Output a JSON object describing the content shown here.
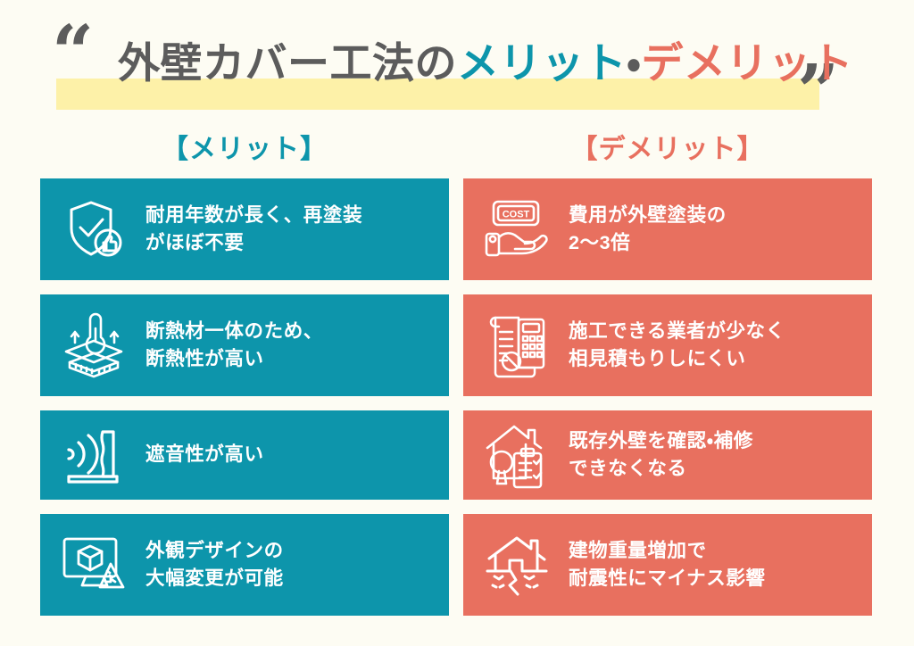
{
  "header": {
    "quote_open": "“",
    "quote_close": "”",
    "title_part_1": "外壁カバー工法の",
    "title_part_2": "メリット",
    "title_separator": "・",
    "title_part_3": "デメリット",
    "highlight_color": "#fdf1a8",
    "title_dark_color": "#5c5c5c",
    "title_teal_color": "#0d95ab",
    "title_coral_color": "#e8705f"
  },
  "colors": {
    "background": "#fdfcf3",
    "teal": "#0d95ab",
    "coral": "#e8705f",
    "yellow": "#fdf1a8",
    "gray": "#5c5c5c",
    "white": "#ffffff"
  },
  "merit": {
    "heading": "【メリット】",
    "cards": [
      {
        "icon": "shield-check-thumbsup-icon",
        "text": "耐用年数が長く、再塗装\nがほぼ不要"
      },
      {
        "icon": "insulation-thermometer-icon",
        "text": "断熱材一体のため、\n断熱性が高い"
      },
      {
        "icon": "soundproof-wave-wall-icon",
        "text": "遮音性が高い"
      },
      {
        "icon": "monitor-cube-ruler-icon",
        "text": "外観デザインの\n大幅変更が可能"
      }
    ]
  },
  "demerit": {
    "heading": "【デメリット】",
    "cards": [
      {
        "icon": "hand-cost-tag-icon",
        "icon_label": "COST",
        "text": "費用が外壁塗装の\n2〜3倍"
      },
      {
        "icon": "invoice-calculator-icon",
        "text": "施工できる業者が少なく\n相見積もりしにくい"
      },
      {
        "icon": "house-magnifier-checklist-icon",
        "text": "既存外壁を確認・補修\nできなくなる"
      },
      {
        "icon": "house-earthquake-crack-icon",
        "text": "建物重量増加で\n耐震性にマイナス影響"
      }
    ]
  }
}
